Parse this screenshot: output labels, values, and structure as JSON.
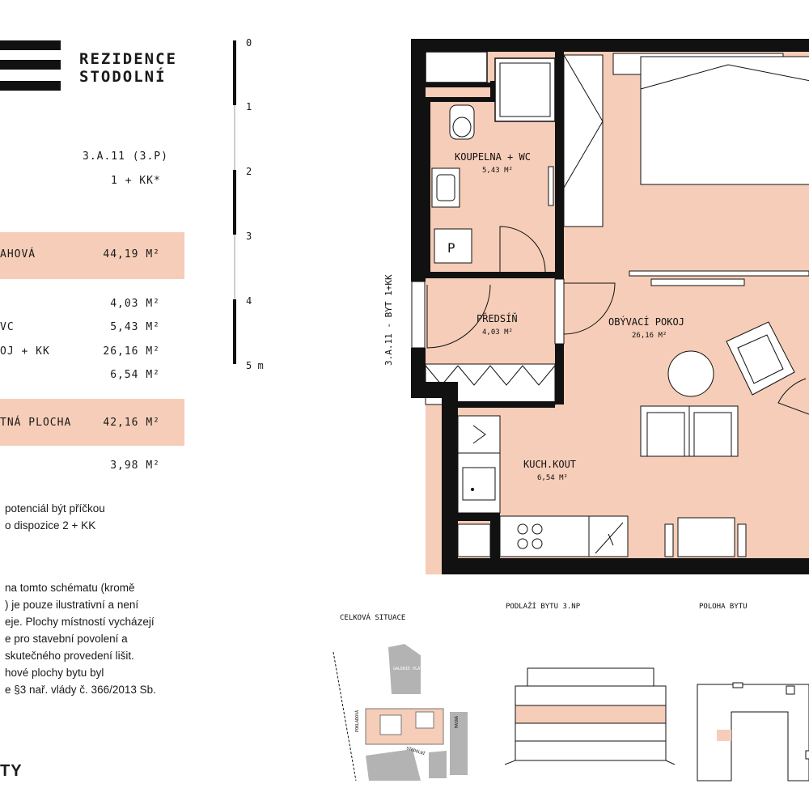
{
  "brand": {
    "line1": "REZIDENCE",
    "line2": "STODOLNÍ"
  },
  "unit": {
    "code": "3.A.11 (3.P)",
    "layout": "1 + KK*"
  },
  "areas": {
    "total_label": "AHOVÁ",
    "total_value": "44,19 M²",
    "rows": [
      {
        "label": "",
        "value": "4,03 M²"
      },
      {
        "label": "VC",
        "value": "5,43 M²"
      },
      {
        "label": "OJ + KK",
        "value": "26,16 M²"
      },
      {
        "label": "",
        "value": "6,54 M²"
      }
    ],
    "floor_label": "TNÁ PLOCHA",
    "floor_value": "42,16 M²",
    "extra_value": "3,98 M²"
  },
  "notes": {
    "partition": "potenciál být příčkou\no dispozice 2 + KK",
    "disclaimer": "na tomto schématu (kromě\n) je pouze ilustrativní a není\neje. Plochy místností vycházejí\ne pro stavební povolení a\nskutečného provedení lišit.\nhové plochy bytu byl\ne §3 nař. vlády č. 366/2013 Sb."
  },
  "footer_logo": "TY",
  "scale": {
    "ticks": [
      "0",
      "1",
      "2",
      "3",
      "4"
    ],
    "end_label": "5 m"
  },
  "plan": {
    "unit_label": "3.A.11 - BYT 1+KK",
    "rooms": [
      {
        "name": "KOUPELNA + WC",
        "area": "5,43 M²"
      },
      {
        "name": "PŘEDSÍŇ",
        "area": "4,03 M²"
      },
      {
        "name": "OBÝVACÍ POKOJ",
        "area": "26,16 M²"
      },
      {
        "name": "KUCH.KOUT",
        "area": "6,54 M²"
      }
    ],
    "bath_symbol": "P"
  },
  "minimaps": {
    "situation_title": "CELKOVÁ SITUACE",
    "floor_title": "PODLAŽÍ BYTU 3.NP",
    "position_title": "POLOHA BYTU",
    "street_labels": [
      "GALERIE PLÁTO",
      "POKLADOVÁ",
      "STODOLNÍ",
      "MASNÁ"
    ]
  },
  "colors": {
    "accent": "#f6cdb8",
    "ink": "#1a1a1a",
    "wall": "#111111"
  }
}
